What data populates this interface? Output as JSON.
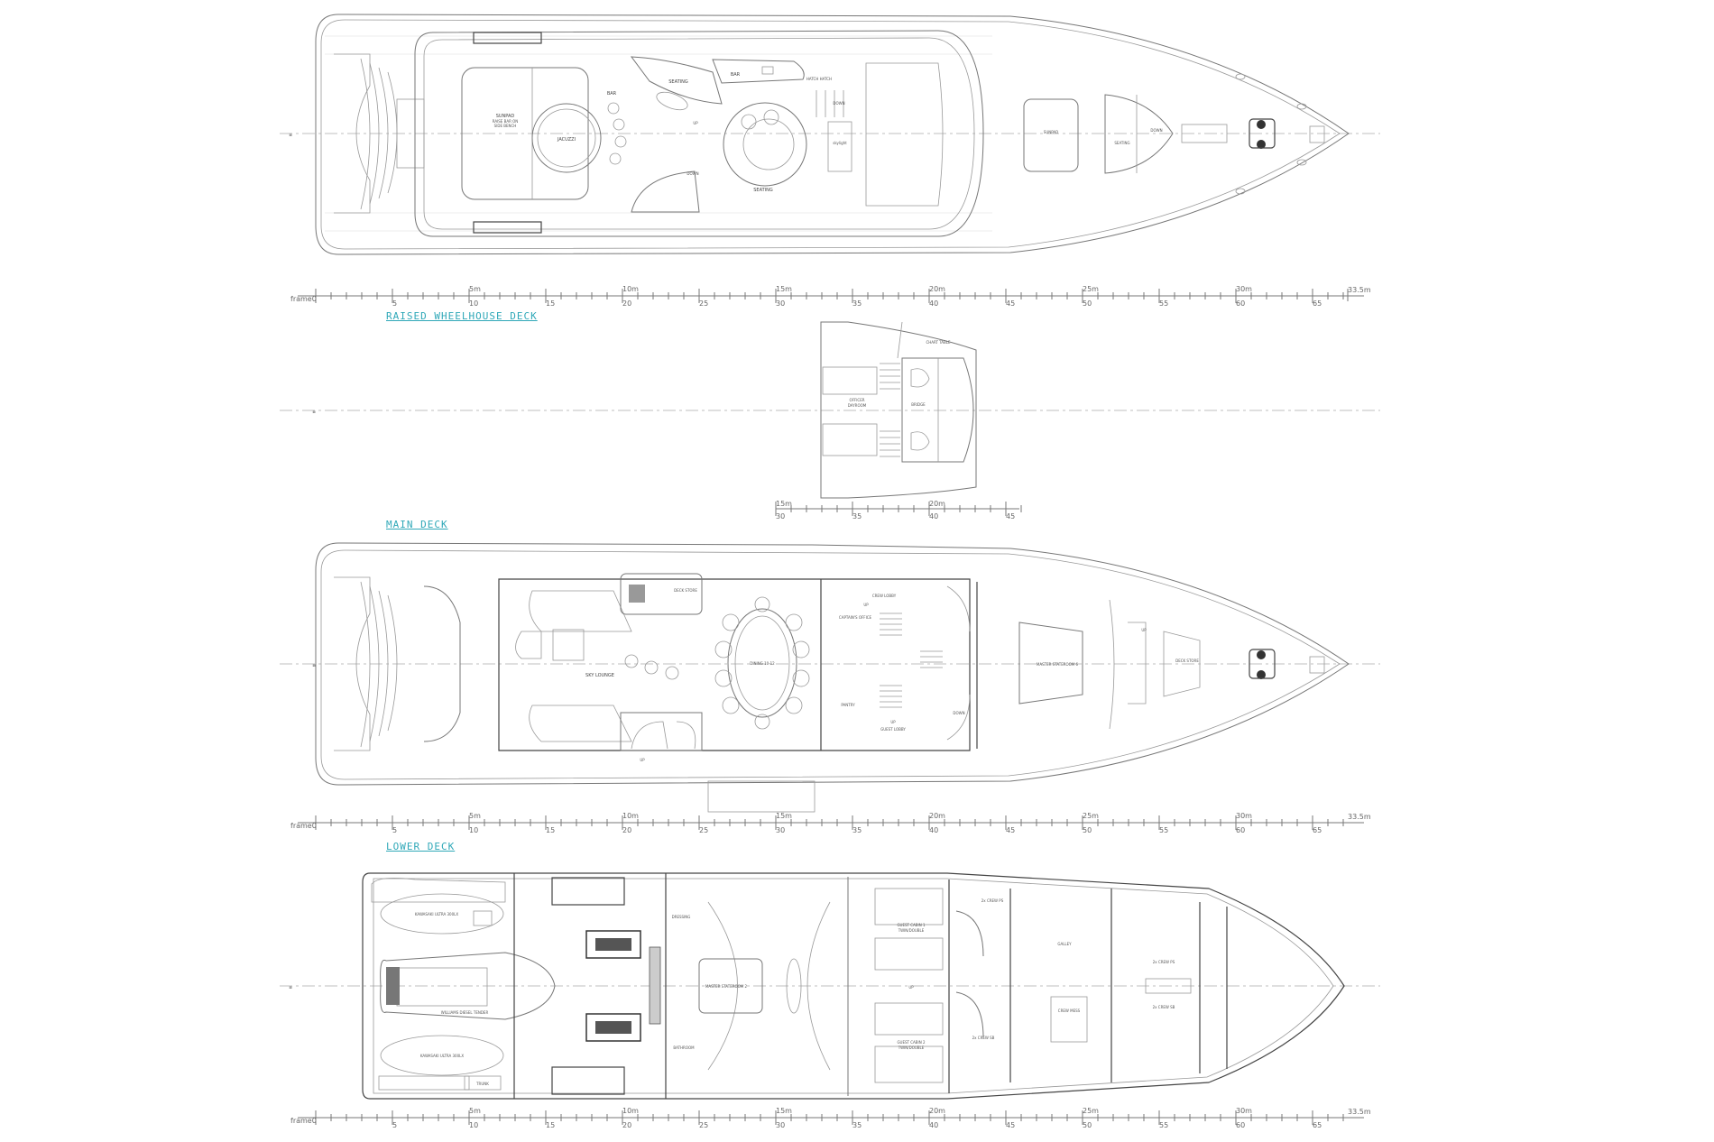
{
  "decks": {
    "upper": {
      "labels": {
        "sunpad": "SUNPAD",
        "sunpad_sub1": "RAISE BAR ON",
        "sunpad_sub2": "SIDE BENCH",
        "jacuzzi": "JACUZZI",
        "bar_aft": "BAR",
        "seating_port": "SEATING",
        "bar_fwd": "BAR",
        "hatch": "HATCH HATCH",
        "down_fwd": "DOWN",
        "up": "UP",
        "skylight": "skylight",
        "down_aft": "DOWN",
        "seating_center": "SEATING",
        "sunpad_fwd": "SUNPAD",
        "seating_fwd": "SEATING",
        "down_bow": "DOWN"
      }
    },
    "wheelhouse": {
      "title": "RAISED WHEELHOUSE DECK",
      "labels": {
        "chart_table": "CHART TABLE",
        "officer1": "OFFICER",
        "officer2": "DAYROOM",
        "bridge": "BRIDGE"
      },
      "ruler": {
        "meters": [
          "15m",
          "20m"
        ],
        "frames": [
          "30",
          "35",
          "40",
          "45"
        ]
      }
    },
    "main": {
      "title": "MAIN DECK",
      "labels": {
        "sky_lounge": "SKY LOUNGE",
        "deck_store": "DECK STORE",
        "dining": "DINING 10-12",
        "crew_lobby": "CREW LOBBY",
        "crew_up": "UP",
        "captain": "CAPTAIN'S OFFICE",
        "pantry": "PANTRY",
        "guest_lobby": "GUEST LOBBY",
        "guest_up": "UP",
        "down": "DOWN",
        "master": "MASTER STATEROOM 6",
        "deck_store_fwd": "DECK STORE",
        "up_fwd": "UP",
        "up_stair": "UP"
      }
    },
    "lower": {
      "title": "LOWER DECK",
      "labels": {
        "jetski1": "KAWASAKI ULTRA 300LX",
        "jetski2": "KAWASAKI ULTRA 300LX",
        "tender": "WILLIAMS DIESEL TENDER",
        "trunk": "TRUNK",
        "vip": "MASTER STATEROOM 2",
        "dressing": "DRESSING",
        "bathroom": "BATHROOM",
        "guest1": "GUEST CABIN 1",
        "guest1_sub": "TWIN/DOUBLE",
        "guest2": "GUEST CABIN 2",
        "guest2_sub": "TWIN/DOUBLE",
        "crew_ps_aft": "2x CREW PS",
        "crew_sb_aft": "2x CREW SB",
        "galley": "GALLEY",
        "crew_mess": "CREW MESS",
        "crew_ps_fwd": "2x CREW PS",
        "crew_sb_fwd": "2x CREW SB",
        "up": "UP"
      }
    }
  },
  "ruler": {
    "start_label": "frame0",
    "end_label": "33.5m",
    "meters": [
      "5m",
      "10m",
      "15m",
      "20m",
      "25m",
      "30m"
    ],
    "frames": [
      "5",
      "10",
      "15",
      "20",
      "25",
      "30",
      "35",
      "40",
      "45",
      "50",
      "55",
      "60",
      "65"
    ]
  },
  "colors": {
    "title": "#2fa8b8",
    "line": "#777777",
    "background": "#ffffff"
  }
}
